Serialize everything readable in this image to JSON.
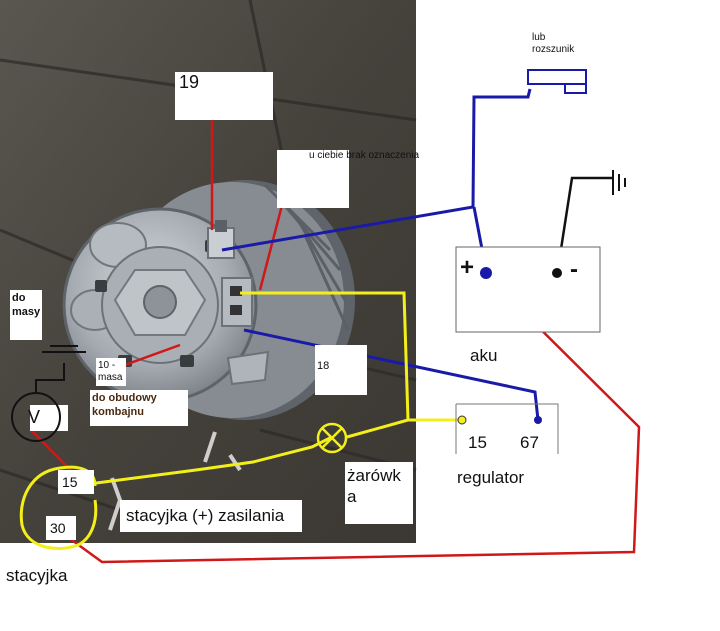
{
  "labels": {
    "terminal_19": "19",
    "missing_mark": "u ciebie brak oznaczenia",
    "or_fuse_or": "lub",
    "fuse_word": "rozszunik",
    "to_ground_1": "do",
    "to_ground_2": "masy",
    "ground_10_1": "10 -",
    "ground_10_2": "masa",
    "to_housing_1": "do obudowy",
    "to_housing_2": "kombajnu",
    "terminal_18": "18",
    "battery": "aku",
    "battery_plus": "+",
    "battery_minus": "-",
    "reg_15": "15",
    "reg_67": "67",
    "regulator": "regulator",
    "bulb_1": "żarówk",
    "bulb_2": "a",
    "voltmeter": "V",
    "switch_15": "15",
    "switch_30": "30",
    "switch_supply": "stacyjka (+) zasilania",
    "ignition_switch": "stacyjka"
  },
  "colors": {
    "wire_blue": "#1a1aa8",
    "wire_red": "#d01818",
    "wire_yellow": "#f3ef1a",
    "wire_black": "#111111",
    "photo_bg": "#4a4640",
    "alternator_metal": "#9aa0a6"
  },
  "icons": {
    "alternator": "alternator-photo",
    "battery": "battery-symbol",
    "ground": "ground-symbol",
    "bulb": "bulb-symbol",
    "voltmeter": "voltmeter-symbol",
    "fuse": "fuse-symbol",
    "ignition": "ignition-switch-symbol"
  }
}
